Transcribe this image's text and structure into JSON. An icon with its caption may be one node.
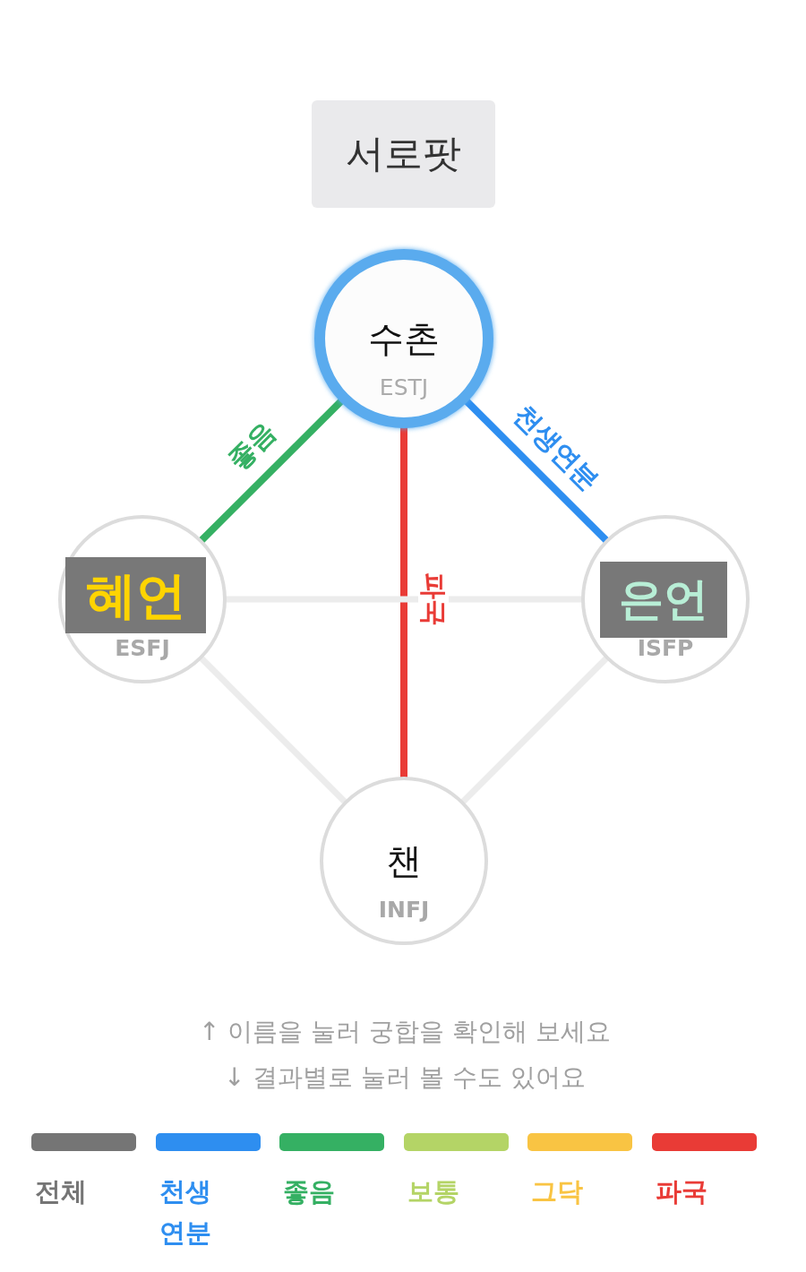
{
  "diagram": {
    "nodes": [
      {
        "text": [
          "서로팟"
        ]
      },
      {
        "text": [
          "수촌",
          "ESTJ"
        ]
      },
      {
        "text": [
          "혜언",
          "ESFJ"
        ]
      },
      {
        "text": [
          "은언",
          "ISFP"
        ]
      },
      {
        "text": [
          "챈",
          "INFJ"
        ]
      }
    ],
    "edges": [
      {
        "from": 1,
        "to": 2,
        "arrow": "none",
        "label": "좋음",
        "color": "#35b063"
      },
      {
        "from": 1,
        "to": 3,
        "arrow": "none",
        "label": "천생연분",
        "color": "#2e8ef0"
      },
      {
        "from": 1,
        "to": 4,
        "arrow": "none",
        "label": "파국",
        "color": "#e93b36"
      },
      {
        "from": 2,
        "to": 3,
        "arrow": "none"
      },
      {
        "from": 2,
        "to": 4,
        "arrow": "none"
      },
      {
        "from": 3,
        "to": 4,
        "arrow": "none"
      }
    ],
    "labels": [
      "↑ 이름을 눌러 궁합을 확인해 보세요",
      "↓ 결과별로 눌러 볼 수도 있어요"
    ],
    "legend": [
      {
        "text": "전체",
        "color": "#757575"
      },
      {
        "text": "천생연분",
        "color": "#2e8ef0"
      },
      {
        "text": "좋음",
        "color": "#35b063"
      },
      {
        "text": "보통",
        "color": "#b4d466"
      },
      {
        "text": "그닥",
        "color": "#f9c443"
      },
      {
        "text": "파국",
        "color": "#e93b36"
      }
    ]
  }
}
